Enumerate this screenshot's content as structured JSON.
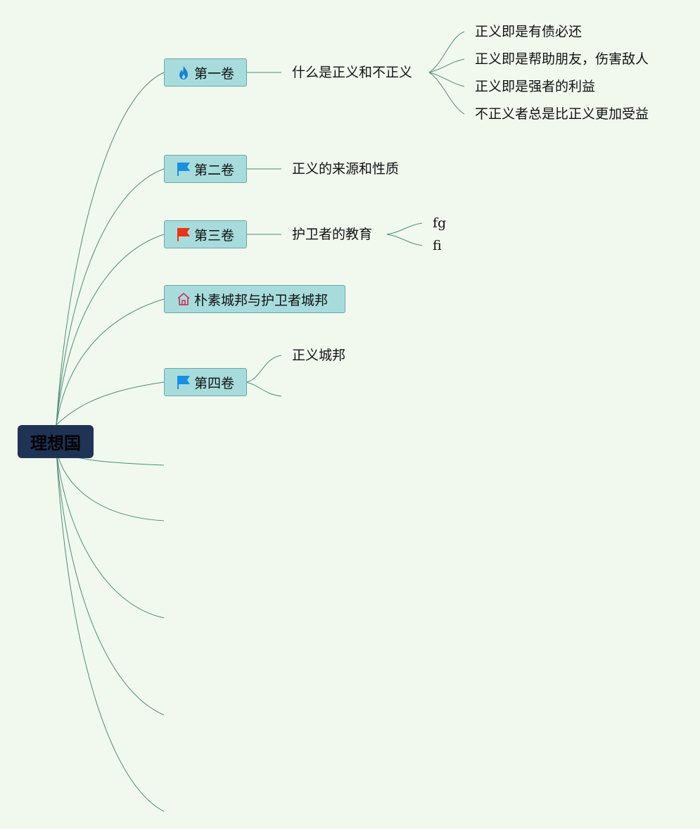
{
  "root": {
    "label": "理想国"
  },
  "topics": [
    {
      "label": "第一卷",
      "icon": "fire-icon"
    },
    {
      "label": "第二卷",
      "icon": "flag-blue-icon"
    },
    {
      "label": "第三卷",
      "icon": "flag-red-icon"
    },
    {
      "label": "朴素城邦与护卫者城邦",
      "icon": "home-icon"
    },
    {
      "label": "第四卷",
      "icon": "flag-blue-icon"
    }
  ],
  "subtopics": {
    "vol1": {
      "label": "什么是正义和不正义",
      "children": [
        "正义即是有债必还",
        "正义即是帮助朋友，伤害敌人",
        "正义即是强者的利益",
        "不正义者总是比正义更加受益"
      ]
    },
    "vol2": {
      "label": "正义的来源和性质"
    },
    "vol3": {
      "label": "护卫者的教育",
      "children": [
        "fg",
        "fi"
      ]
    },
    "vol4": {
      "children": [
        "正义城邦",
        ""
      ]
    }
  },
  "colors": {
    "background": "#f1f9ef",
    "topic_fill": "#a8dcdc",
    "topic_border": "#6aa8a6",
    "root_fill": "#1f3355",
    "connector": "#4e8c78",
    "fire": "#1e7fd6",
    "flag_blue": "#1a8fe0",
    "flag_red": "#e8331c",
    "home": "#c83a64"
  }
}
